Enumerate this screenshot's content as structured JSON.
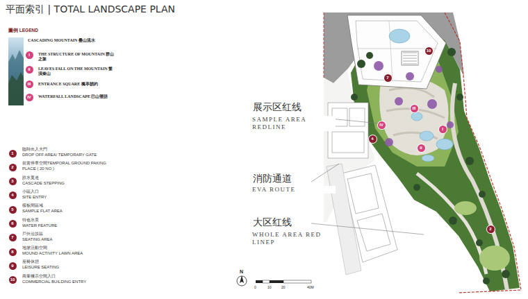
{
  "diagram": {
    "title": "平面索引 | TOTAL LANDSCAPE PLAN",
    "labels": [
      "圖例 LEGEND",
      "I",
      "II",
      "III",
      "IV",
      "1",
      "臨時出入大門",
      "DROP OFF AREA/ TEMPORARY GATE",
      "2",
      "前置停車空間TEMPORAL GROUND PAKING PLACE ( 20 NO )",
      "3",
      "跌水覓道",
      "CASCADE STEPPING",
      "4",
      "小區入口",
      "SITE ENTRY",
      "5",
      "樣板間區域",
      "SAMPLE FLAT AREA",
      "6",
      "特色水景",
      "WATER FEATURE",
      "7",
      "戶外洽談區",
      "SEATING AREA",
      "8",
      "地坡活動空間",
      "MOUND ACTIVITY LAWN AREA",
      "9",
      "座椅休憩",
      "LEISURE SEATING",
      "10",
      "商業樓示空間入口",
      "COMMERCIAL BUILDING ENTRY",
      "展示区红线",
      "SAMPLE AREA REDLINE",
      "消防通道",
      "EVA ROUTE",
      "大区红线",
      "WHOLE AREA RED LINEP",
      "N",
      "0",
      "10",
      "20",
      "40M",
      "10",
      "I",
      "II",
      "III",
      "IV",
      "2",
      "4",
      "7"
    ],
    "legend": [
      {
        "text": "CASCADING MOUNTAIN 疊山流水"
      },
      {
        "text": "THE STRUCTURE OF MOUNTAIN 群山之脈"
      },
      {
        "text": "LEAVES FALL ON THE MOUNTAIN 繁演秦山"
      },
      {
        "text": "ENTRANCE SQUARE 楓亭韻約"
      },
      {
        "text": "WATERFALL LANDSCAPE 巴山聲語"
      }
    ]
  }
}
